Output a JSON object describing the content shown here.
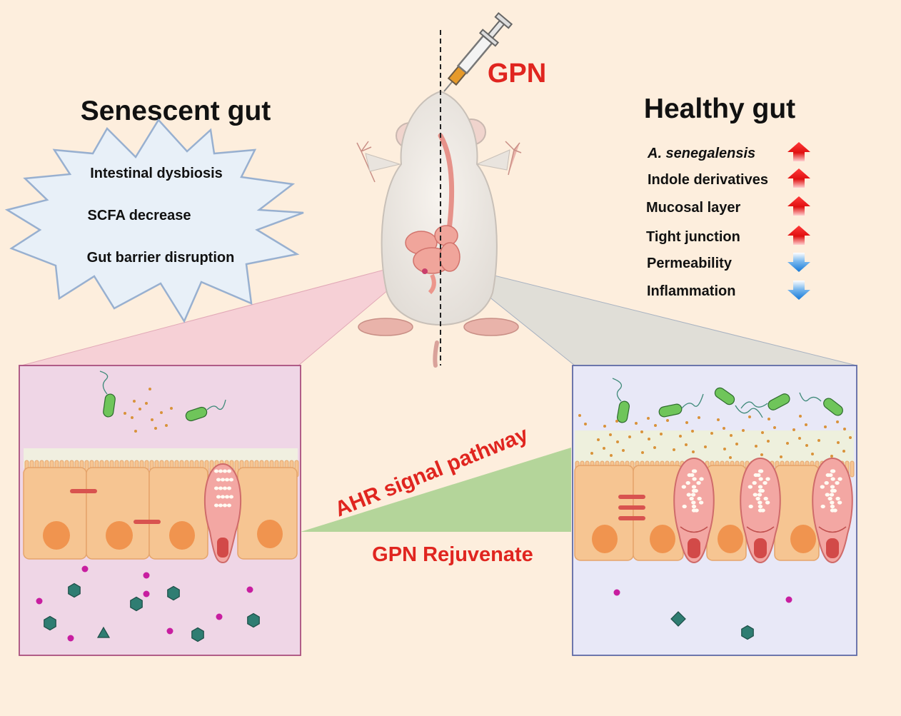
{
  "title_left": "Senescent gut",
  "title_right": "Healthy gut",
  "treatment_label": "GPN",
  "senescent_features": [
    "Intestinal dysbiosis",
    "SCFA decrease",
    "Gut barrier disruption"
  ],
  "healthy_features": [
    {
      "label": "A. senegalensis",
      "direction": "up"
    },
    {
      "label": "Indole derivatives",
      "direction": "up"
    },
    {
      "label": "Mucosal layer",
      "direction": "up"
    },
    {
      "label": "Tight junction",
      "direction": "up"
    },
    {
      "label": "Permeability",
      "direction": "down"
    },
    {
      "label": "Inflammation",
      "direction": "down"
    }
  ],
  "pathway_label": "AHR signal pathway",
  "rejuvenate_label": "GPN Rejuvenate",
  "colors": {
    "background": "#fdeedd",
    "accent_red": "#e0251f",
    "up_arrow": "#e81b1b",
    "down_arrow": "#1c86e0",
    "senescent_panel": "#efd6e6",
    "healthy_panel": "#e8e8f7",
    "wedge": "#b4d59a"
  }
}
